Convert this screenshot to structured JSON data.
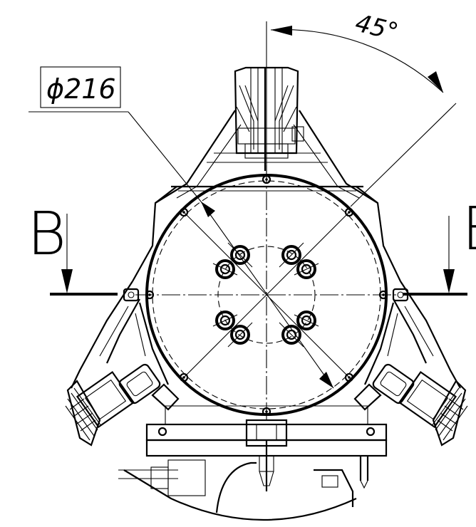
{
  "annotations": {
    "angle_label": "45°",
    "diameter_label": "ϕ216",
    "section_left": "B",
    "section_right": "B"
  }
}
